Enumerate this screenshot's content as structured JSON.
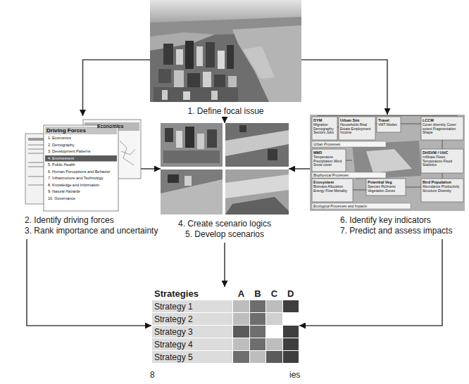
{
  "diagram": {
    "nodes": [
      {
        "text": [
          "1. Define focal issue"
        ]
      },
      {
        "text": [
          "2. Identify driving forces",
          "3. Rank importance and uncertainty"
        ]
      },
      {
        "text": [
          "4. Create scenario logics",
          "5. Develop scenarios"
        ]
      },
      {
        "text": [
          "6. Identify key indicators",
          "7. Predict and assess impacts"
        ]
      },
      {
        "text": [
          "Strategies",
          "A",
          "B",
          "C",
          "D",
          "Strategy 1",
          "Strategy 2",
          "Strategy 3",
          "Strategy 4",
          "Strategy 5"
        ]
      }
    ],
    "edges": [
      {
        "from": 0,
        "to": 1,
        "arrow": "to"
      },
      {
        "from": 0,
        "to": 2,
        "arrow": "to"
      },
      {
        "from": 0,
        "to": 3,
        "arrow": "to"
      },
      {
        "from": 1,
        "to": 2,
        "arrow": "to"
      },
      {
        "from": 3,
        "to": 2,
        "arrow": "to"
      },
      {
        "from": 1,
        "to": 4,
        "arrow": "to"
      },
      {
        "from": 2,
        "to": 4,
        "arrow": "to"
      },
      {
        "from": 3,
        "to": 4,
        "arrow": "to"
      }
    ],
    "labels": [
      "Driving Forces",
      "1. Economics",
      "2. Demography",
      "3. Development Patterns",
      "4. Environment",
      "5. Public Health",
      "6. Human Perceptions and Behavior",
      "7. Infrastructure and Technology",
      "8. Knowledge and Information",
      "9. Natural Hazards",
      "10. Governance",
      "Economics",
      "DYM",
      "Migration Demography Sectors Jobs",
      "Urban Sim",
      "Households Real Estate Employment Income",
      "Travel",
      "VMT Modes",
      "LCCM",
      "Cover diversity Cover extent Fragmentation Shape",
      "Urban Processes",
      "MM5",
      "Temperature Precipitation Wind Snow cover",
      "DHSVM / UHC",
      "Infiltrate Flows Temperature Flood Statistics",
      "Biophysical Processes",
      "Ecosystem",
      "Biomass Allocation Energy Flow Mortality",
      "Potential Veg",
      "Species Richness Vegetation Zones",
      "Bird Population",
      "Abundance Productivity Structure Diversity",
      "Ecological Processes and Impacts",
      "8",
      "ies"
    ]
  }
}
